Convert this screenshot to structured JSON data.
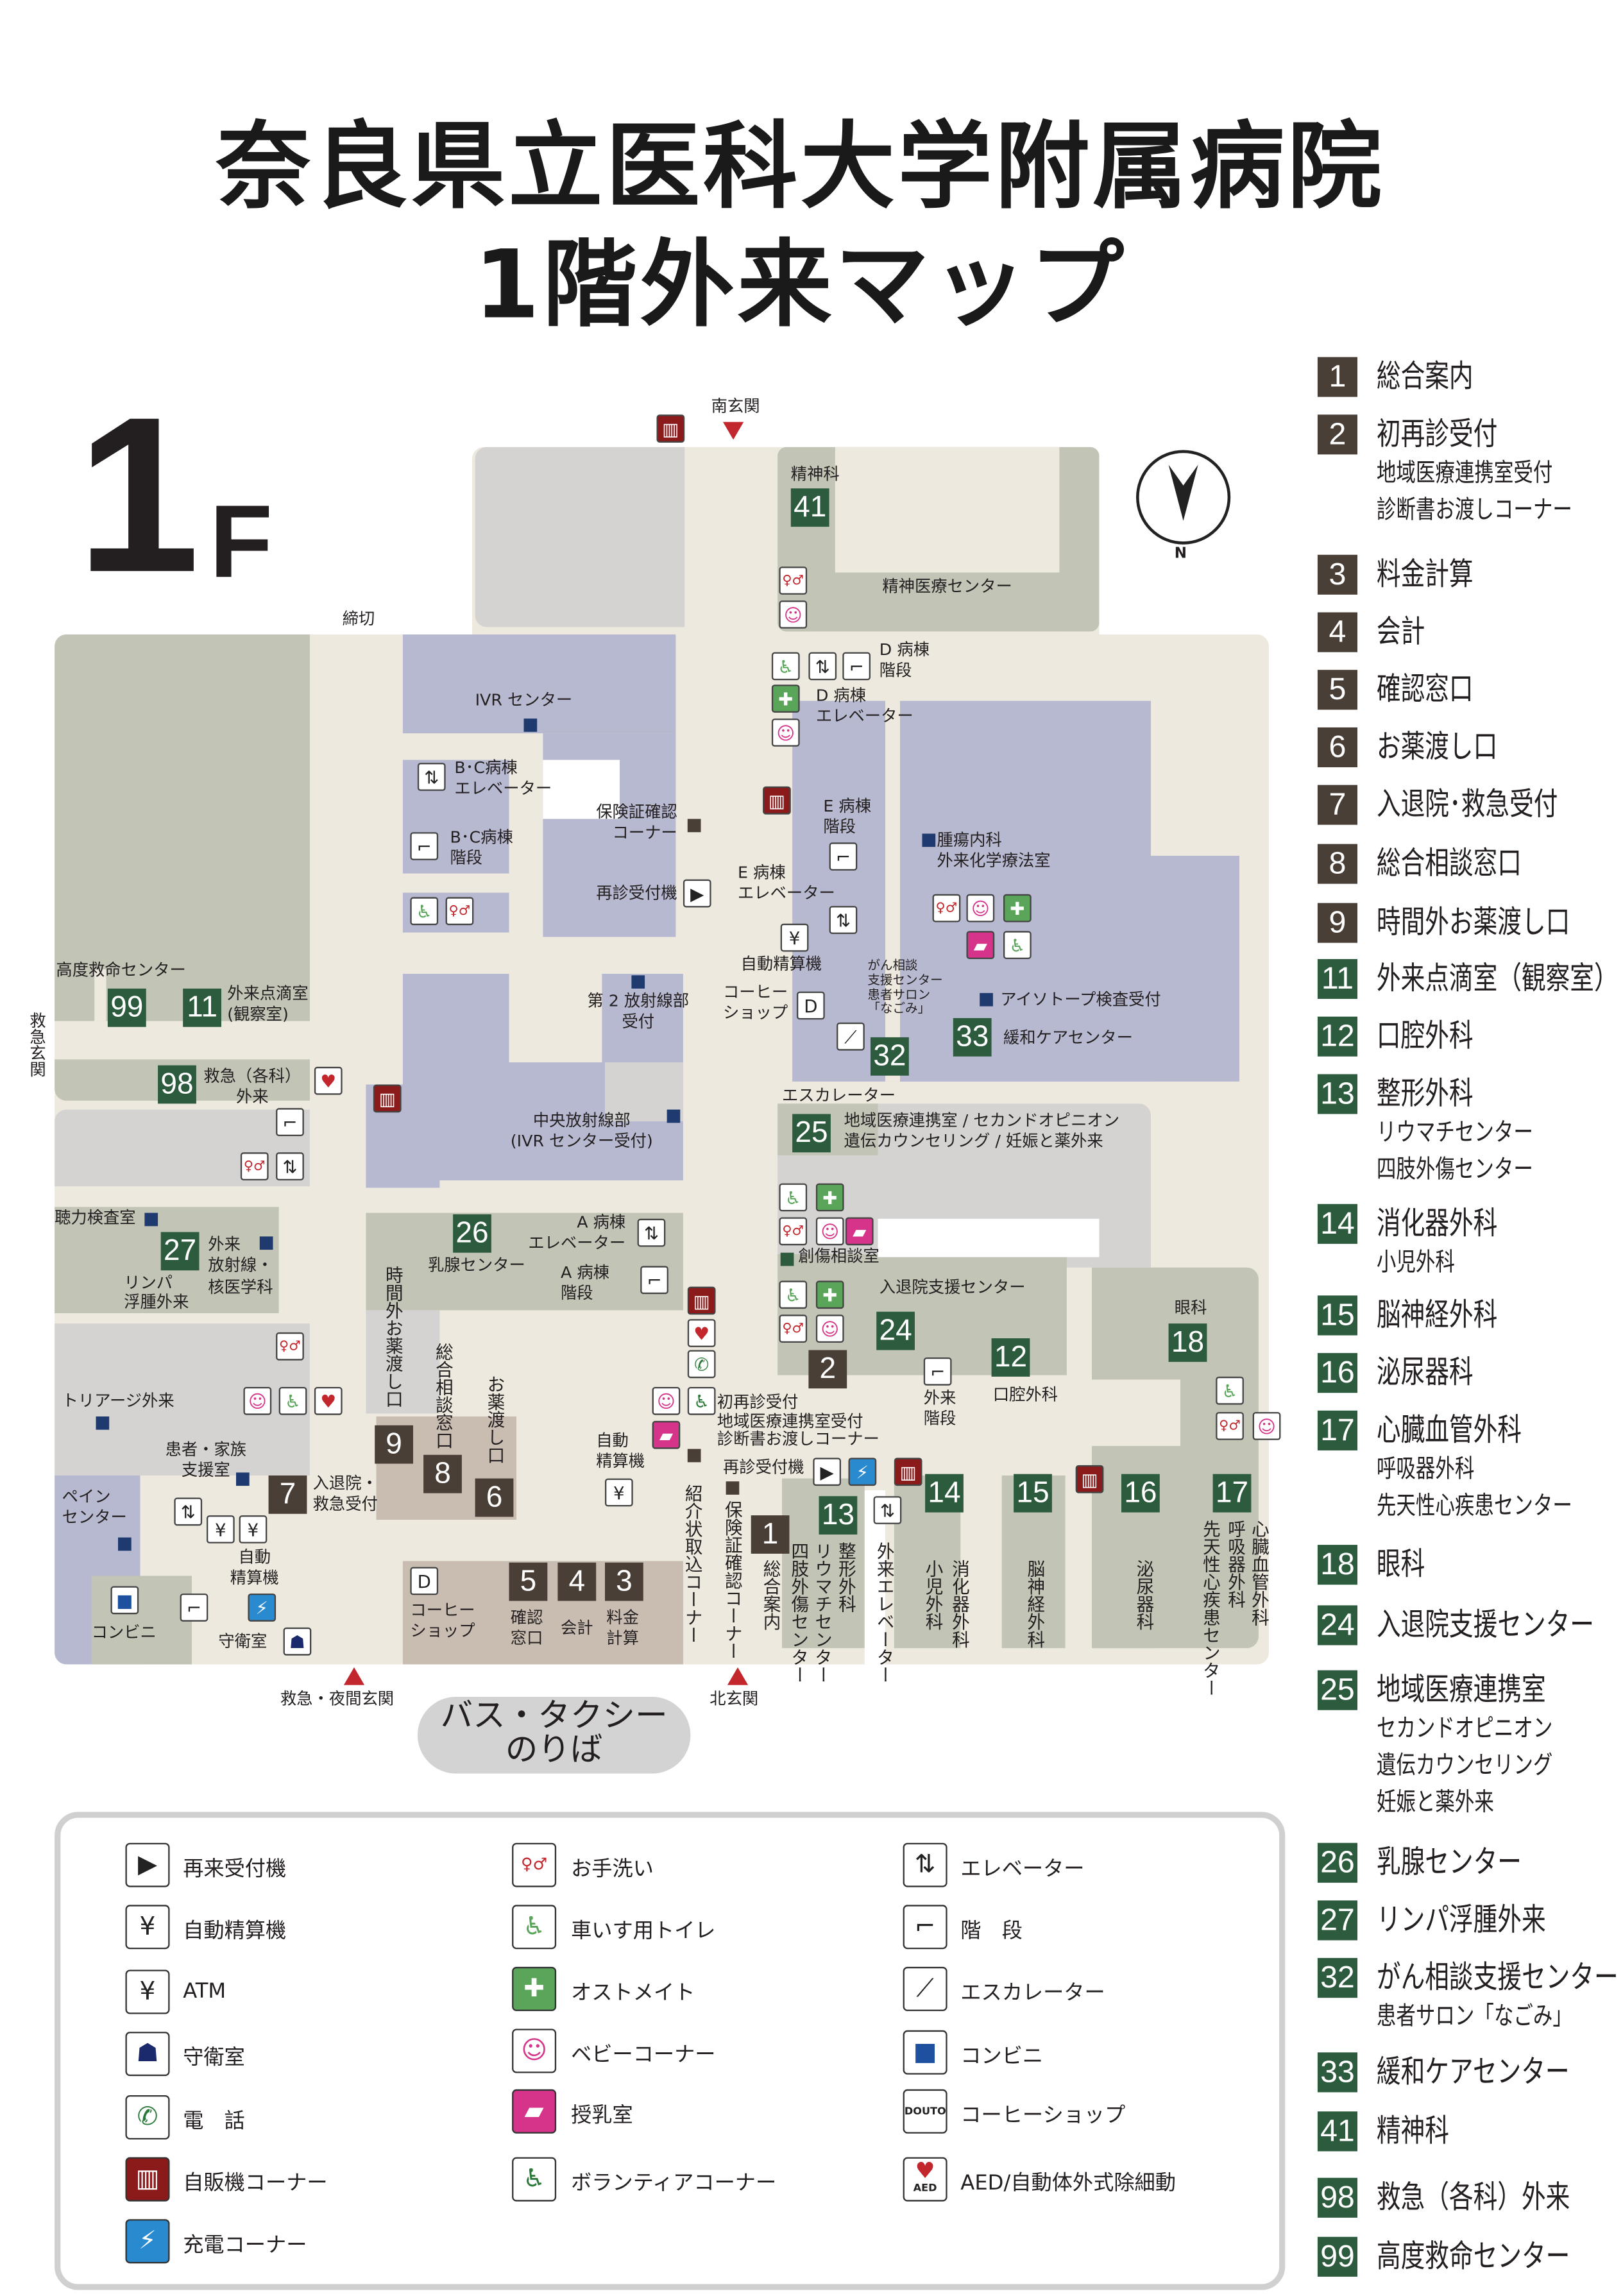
{
  "title": {
    "line1": "奈良県立医科大学附属病院",
    "line2": "1階外来マップ"
  },
  "floor": {
    "number": "1",
    "suffix": "F"
  },
  "compass": {
    "label": "N"
  },
  "colors": {
    "green": "#2c5b3d",
    "brown": "#4a3f37",
    "corridor": "#ede9de",
    "room_green": "#c2c4b6",
    "room_lavender": "#b7b9d0",
    "room_grey": "#d5d3d2",
    "entrance": "#c1272d"
  },
  "map": {
    "labels": [
      "南玄関",
      "締切",
      "精神科",
      "精神医療センター",
      "IVR センター",
      "B･C病棟\nエレベーター",
      "B･C病棟\n階段",
      "保険証確認\nコーナー",
      "再診受付機",
      "D 病棟\n階段",
      "D 病棟\nエレベーター",
      "E 病棟\n階段",
      "E 病棟\nエレベーター",
      "腫瘍内科\n外来化学療法室",
      "高度救命センター",
      "外来点滴室\n(観察室)",
      "救急玄関",
      "救急（各科）\n外来",
      "第 2 放射線部\n受付",
      "自動精算機",
      "コーヒー\nショップ",
      "がん相談\n支援センター\n患者サロン\n「なごみ」",
      "アイソトープ検査受付",
      "緩和ケアセンター",
      "エスカレーター",
      "中央放射線部\n(IVR センター受付)",
      "地域医療連携室 / セカンドオピニオン\n遺伝カウンセリング / 妊娠と薬外来",
      "聴力検査室",
      "外来\n放射線・\n核医学科",
      "リンパ\n浮腫外来",
      "乳腺センター",
      "A 病棟\nエレベーター",
      "A 病棟\n階段",
      "創傷相談室",
      "入退院支援センター",
      "眼科",
      "時間外お薬渡し口",
      "総合相談窓口",
      "お薬渡し口",
      "トリアージ外来",
      "外来\n階段",
      "口腔外科",
      "初再診受付\n地域医療連携室受付\n診断書お渡しコーナー",
      "患者・家族\n支援室",
      "ペイン\nセンター",
      "入退院・\n救急受付",
      "自動\n精算機",
      "再診受付機",
      "自動\n精算機",
      "コンビニ",
      "守衛室",
      "コーヒー\nショップ",
      "確認\n窓口",
      "会計",
      "料金\n計算",
      "紹介状取込コーナー",
      "保険証確認コーナー",
      "総合案内",
      "整形外科",
      "リウマチセンター",
      "四肢外傷センター",
      "外来エレベーター",
      "消化器外科",
      "小児外科",
      "脳神経外科",
      "泌尿器科",
      "心臓血管外科",
      "呼吸器外科",
      "先天性心疾患センター",
      "救急・夜間玄関",
      "北玄関",
      "バス・タクシー\nのりば"
    ],
    "markers": [
      "41",
      "99",
      "11",
      "98",
      "25",
      "26",
      "27",
      "24",
      "12",
      "18",
      "2",
      "9",
      "8",
      "6",
      "7",
      "5",
      "4",
      "3",
      "1",
      "13",
      "14",
      "15",
      "16",
      "17",
      "32",
      "33"
    ]
  },
  "legend_numbers": [
    {
      "num": "1",
      "label": "総合案内"
    },
    {
      "num": "2",
      "label": "初再診受付",
      "sub": "地域医療連携室受付\n診断書お渡しコーナー"
    },
    {
      "num": "3",
      "label": "料金計算"
    },
    {
      "num": "4",
      "label": "会計"
    },
    {
      "num": "5",
      "label": "確認窓口"
    },
    {
      "num": "6",
      "label": "お薬渡し口"
    },
    {
      "num": "7",
      "label": "入退院･救急受付"
    },
    {
      "num": "8",
      "label": "総合相談窓口"
    },
    {
      "num": "9",
      "label": "時間外お薬渡し口"
    },
    {
      "num": "11",
      "label": "外来点滴室（観察室）"
    },
    {
      "num": "12",
      "label": "口腔外科"
    },
    {
      "num": "13",
      "label": "整形外科",
      "sub": "リウマチセンター\n四肢外傷センター"
    },
    {
      "num": "14",
      "label": "消化器外科",
      "sub": "小児外科"
    },
    {
      "num": "15",
      "label": "脳神経外科"
    },
    {
      "num": "16",
      "label": "泌尿器科"
    },
    {
      "num": "17",
      "label": "心臓血管外科",
      "sub": "呼吸器外科\n先天性心疾患センター"
    },
    {
      "num": "18",
      "label": "眼科"
    },
    {
      "num": "24",
      "label": "入退院支援センター"
    },
    {
      "num": "25",
      "label": "地域医療連携室",
      "sub": "セカンドオピニオン\n遺伝カウンセリング\n妊娠と薬外来"
    },
    {
      "num": "26",
      "label": "乳腺センター"
    },
    {
      "num": "27",
      "label": "リンパ浮腫外来"
    },
    {
      "num": "32",
      "label": "がん相談支援センター",
      "sub": "患者サロン「なごみ」"
    },
    {
      "num": "33",
      "label": "緩和ケアセンター"
    },
    {
      "num": "41",
      "label": "精神科"
    },
    {
      "num": "98",
      "label": "救急（各科）外来"
    },
    {
      "num": "99",
      "label": "高度救命センター"
    }
  ],
  "legend_icons": [
    {
      "icon": "reception-machine-icon",
      "label": "再来受付機"
    },
    {
      "icon": "auto-payment-machine-icon",
      "label": "自動精算機"
    },
    {
      "icon": "atm-icon",
      "label": "ATM"
    },
    {
      "icon": "security-guard-icon",
      "label": "守衛室"
    },
    {
      "icon": "telephone-icon",
      "label": "電　話"
    },
    {
      "icon": "vending-machine-icon",
      "label": "自販機コーナー"
    },
    {
      "icon": "charging-icon",
      "label": "充電コーナー"
    },
    {
      "icon": "restroom-icon",
      "label": "お手洗い"
    },
    {
      "icon": "wheelchair-toilet-icon",
      "label": "車いす用トイレ"
    },
    {
      "icon": "ostomate-icon",
      "label": "オストメイト"
    },
    {
      "icon": "baby-corner-icon",
      "label": "ベビーコーナー"
    },
    {
      "icon": "nursing-room-icon",
      "label": "授乳室"
    },
    {
      "icon": "volunteer-corner-icon",
      "label": "ボランティアコーナー"
    },
    {
      "icon": "elevator-icon",
      "label": "エレベーター"
    },
    {
      "icon": "stairs-icon",
      "label": "階　段"
    },
    {
      "icon": "escalator-icon",
      "label": "エスカレーター"
    },
    {
      "icon": "convenience-store-icon",
      "label": "コンビニ"
    },
    {
      "icon": "coffee-shop-icon",
      "label": "コーヒーショップ"
    },
    {
      "icon": "aed-icon",
      "label": "AED/自動体外式除細動"
    }
  ],
  "coffee_logo": "DOUTOR",
  "aed_text": "AED"
}
